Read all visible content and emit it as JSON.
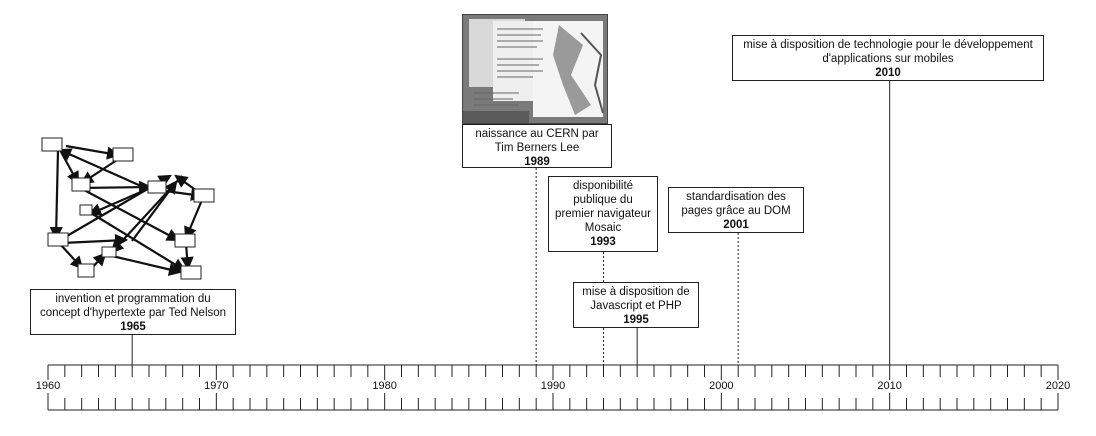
{
  "axis": {
    "start": 1960,
    "end": 2020,
    "labels": [
      "1960",
      "1970",
      "1980",
      "1990",
      "2000",
      "2010",
      "2020"
    ]
  },
  "events": [
    {
      "id": "hypertext",
      "lines": [
        "invention et programmation du",
        "concept d'hypertexte par Ted Nelson"
      ],
      "year_label": "1965",
      "year": 1965,
      "connector": "solid"
    },
    {
      "id": "cern",
      "lines": [
        "naissance au CERN par",
        "Tim Berners Lee"
      ],
      "year_label": "1989",
      "year": 1989,
      "connector": "dotted"
    },
    {
      "id": "mosaic",
      "lines": [
        "disponibilité",
        "publique du",
        "premier navigateur",
        "Mosaic"
      ],
      "year_label": "1993",
      "year": 1993,
      "connector": "dotted"
    },
    {
      "id": "js-php",
      "lines": [
        "mise à disposition de",
        "Javascript et PHP"
      ],
      "year_label": "1995",
      "year": 1995,
      "connector": "solid"
    },
    {
      "id": "dom",
      "lines": [
        "standardisation des",
        "pages grâce au DOM"
      ],
      "year_label": "2001",
      "year": 2001,
      "connector": "dotted"
    },
    {
      "id": "mobile",
      "lines": [
        "mise à disposition de technologie pour le développement",
        "d'applications sur mobiles"
      ],
      "year_label": "2010",
      "year": 2010,
      "connector": "solid"
    }
  ]
}
